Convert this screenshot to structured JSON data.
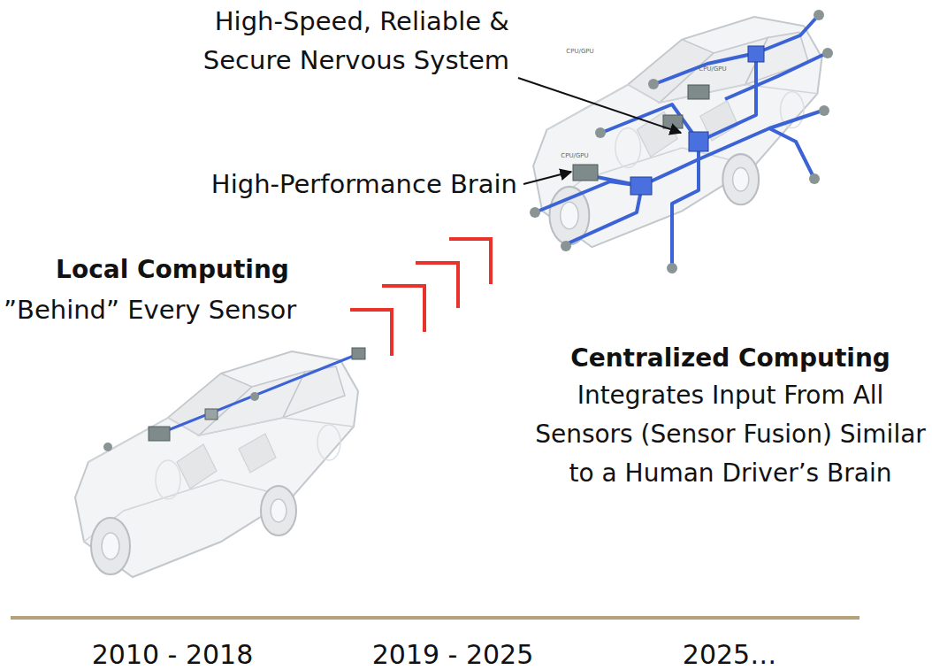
{
  "diagram": {
    "labels": [
      "High-Speed, Reliable & Secure Nervous System",
      "High-Performance Brain",
      "Local Computing",
      "”Behind” Every Sensor",
      "Centralized Computing",
      "Integrates Input From All Sensors (Sensor Fusion) Similar to a Human Driver’s Brain",
      "CPU/GPU",
      "CPU/GPU",
      "CPU/GPU",
      "2010 - 2018",
      "2019 - 2025",
      "2025…"
    ]
  }
}
